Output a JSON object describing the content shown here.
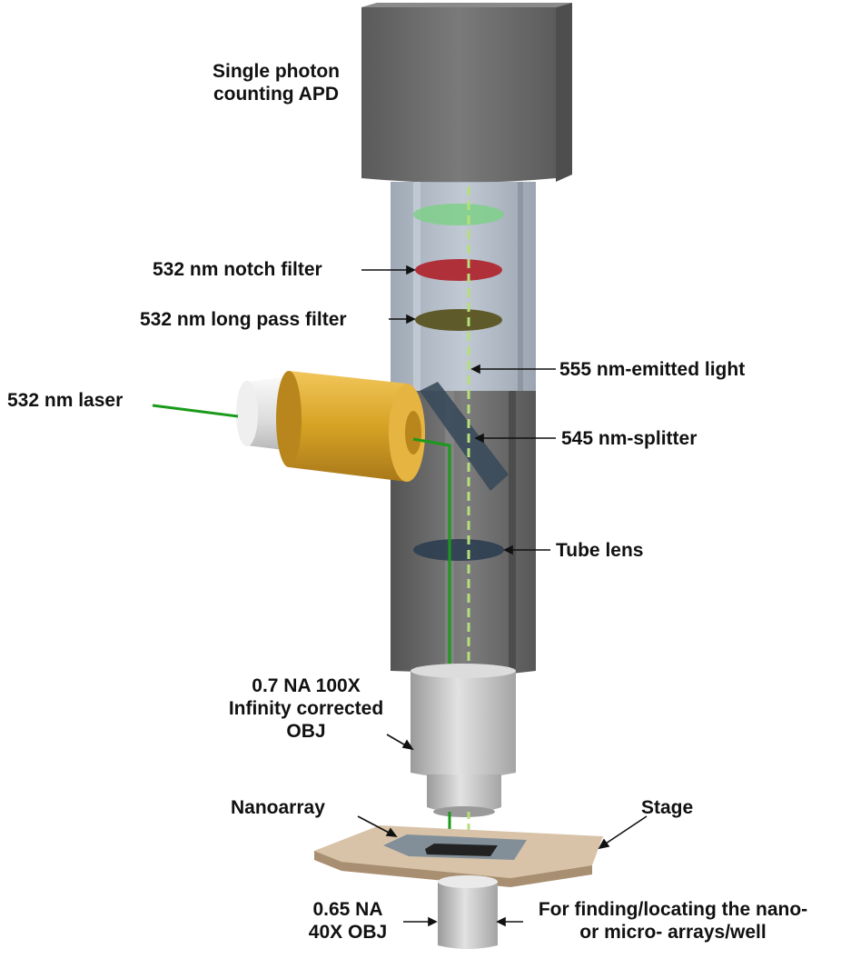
{
  "labels": {
    "apd": [
      "Single photon",
      "counting APD"
    ],
    "notch_filter": "532 nm notch filter",
    "long_pass_filter": "532 nm long pass filter",
    "laser": "532 nm laser",
    "emitted_light": "555 nm-emitted  light",
    "splitter": "545 nm-splitter",
    "tube_lens": "Tube lens",
    "objective_100x": [
      "0.7 NA 100X",
      "Infinity corrected",
      "OBJ"
    ],
    "nanoarray": "Nanoarray",
    "stage": "Stage",
    "objective_40x": [
      "0.65 NA",
      "40X OBJ"
    ],
    "finding_note": [
      "For finding/locating the nano-",
      "or micro- arrays/well"
    ]
  },
  "colors": {
    "apd_box": "#6a6a6a",
    "tube_glass": "#9aa6b4",
    "tube_dark": "#5a5a5a",
    "laser_gold": "#d9a92e",
    "laser_cap": "#e6e6e6",
    "excitation_beam": "#1a9a1a",
    "emission_beam": "#b4e07a",
    "green_filter": "#7fd08a",
    "notch_filter": "#b0303a",
    "long_pass_filter": "#5e5a2a",
    "tube_lens": "#2c3e50",
    "splitter": "#3a4a5a",
    "objective": "#c8c8c8",
    "stage_plate": "#d8c3a8"
  }
}
